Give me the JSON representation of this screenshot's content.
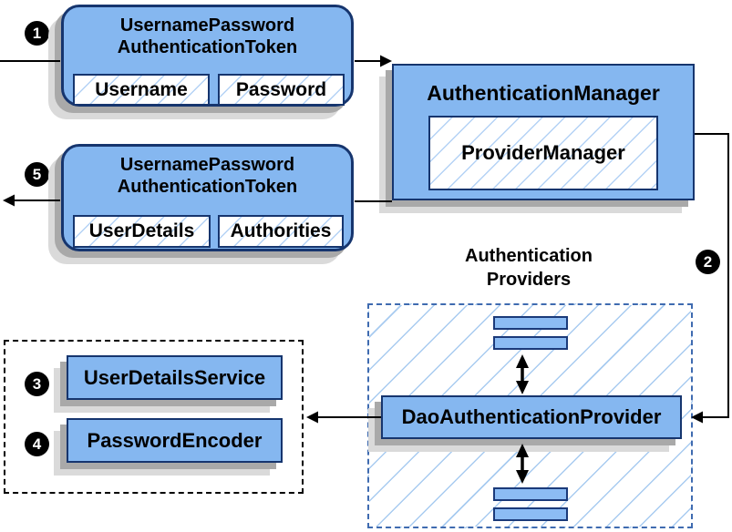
{
  "badges": {
    "step1": "1",
    "step2": "2",
    "step3": "3",
    "step4": "4",
    "step5": "5"
  },
  "request_token": {
    "title_line1": "UsernamePassword",
    "title_line2": "AuthenticationToken",
    "fields": [
      "Username",
      "Password"
    ]
  },
  "response_token": {
    "title_line1": "UsernamePassword",
    "title_line2": "AuthenticationToken",
    "fields": [
      "UserDetails",
      "Authorities"
    ]
  },
  "authentication_manager": {
    "title": "AuthenticationManager",
    "provider_manager": "ProviderManager"
  },
  "authentication_providers": {
    "heading_line1": "Authentication",
    "heading_line2": "Providers",
    "dao_provider": "DaoAuthenticationProvider"
  },
  "collaborators": {
    "user_details_service": "UserDetailsService",
    "password_encoder": "PasswordEncoder"
  },
  "colors": {
    "node_fill": "#85B7F0",
    "node_border": "#16356E",
    "hatch_line": "#A8CBF0",
    "shadow_dark": "#A9A9A9",
    "shadow_light": "#DADADA",
    "providers_dash_border": "#3F6BB0",
    "services_dash_border": "#000000",
    "connector": "#000000",
    "badge_bg": "#000000",
    "badge_text": "#FFFFFF"
  }
}
